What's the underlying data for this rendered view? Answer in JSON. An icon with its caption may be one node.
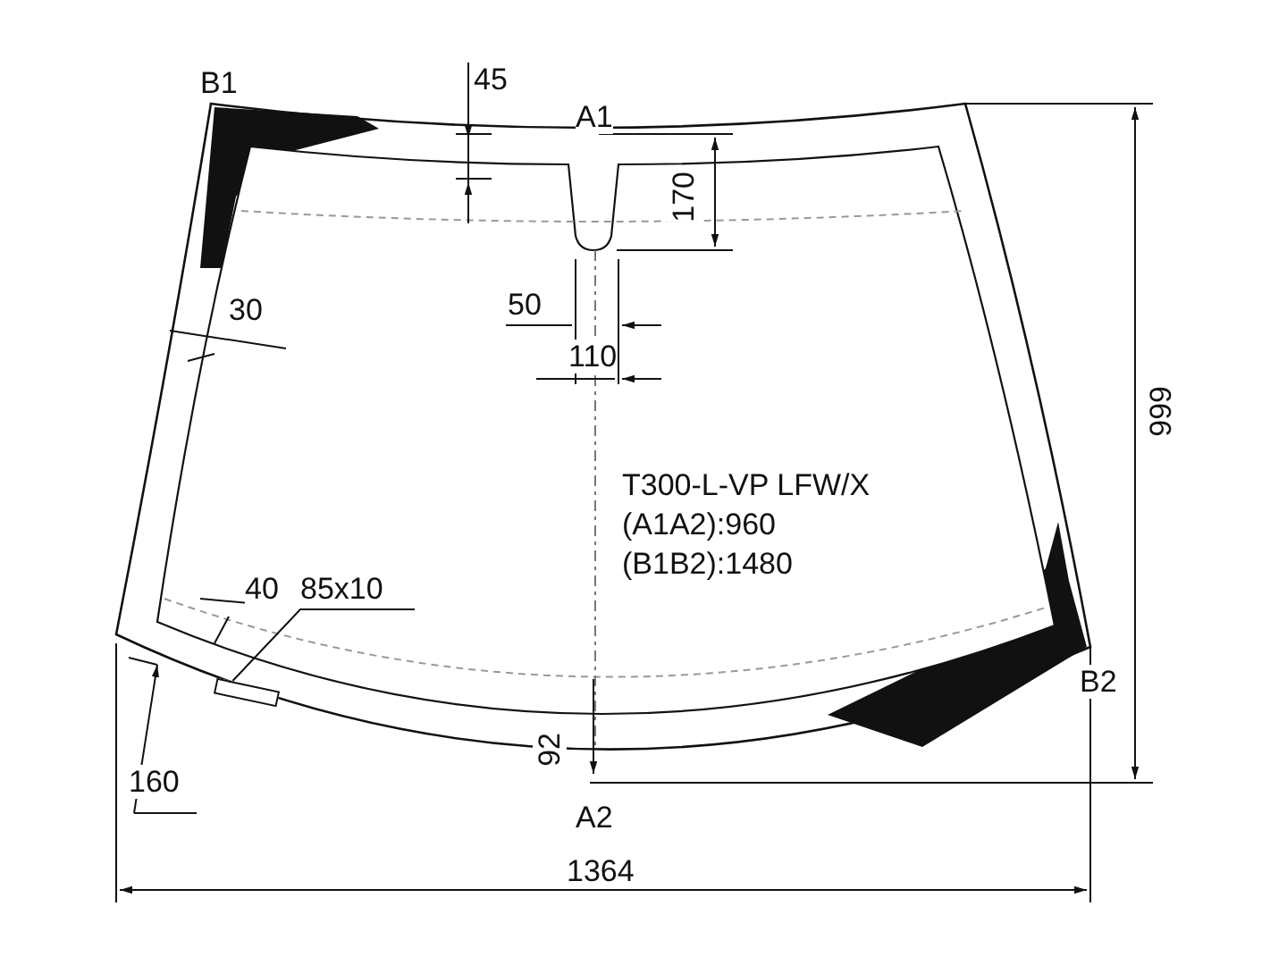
{
  "diagram": {
    "nodes": [
      {
        "text": [
          "85x10"
        ]
      },
      {
        "text": [],
        "shape": "box"
      }
    ],
    "edges": [
      {
        "from": 0,
        "to": 1,
        "arrow": "none"
      }
    ],
    "labels": [
      "B1",
      "45",
      "A1",
      "170",
      "50",
      "110",
      "30",
      "999",
      "T300-L-VP LFW/X",
      "(A1A2):960",
      "(B1B2):1480",
      "40",
      "B2",
      "92",
      "160",
      "A2",
      "1364"
    ]
  }
}
